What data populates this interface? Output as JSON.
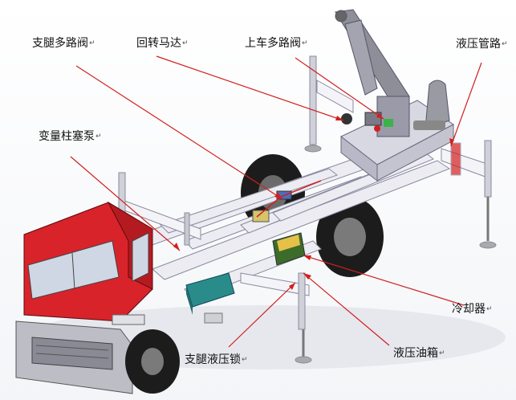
{
  "labels": {
    "outrigger_valve": "支腿多路阀",
    "slewing_motor": "回转马达",
    "upper_valve": "上车多路阀",
    "hydraulic_pipe": "液压管路",
    "variable_pump": "变量柱塞泵",
    "cooler": "冷却器",
    "outrigger_lock": "支腿液压锁",
    "hydraulic_tank": "液压油箱"
  },
  "return_mark": "↵",
  "colors": {
    "cab_red": "#d8232a",
    "frame_white": "#ececf2",
    "leader_red": "#d21f1f",
    "tank_teal": "#2a8c8a",
    "cooler_green": "#3d6b2a",
    "tire": "#1c1c1c",
    "boom_grey": "#8e8e98"
  }
}
